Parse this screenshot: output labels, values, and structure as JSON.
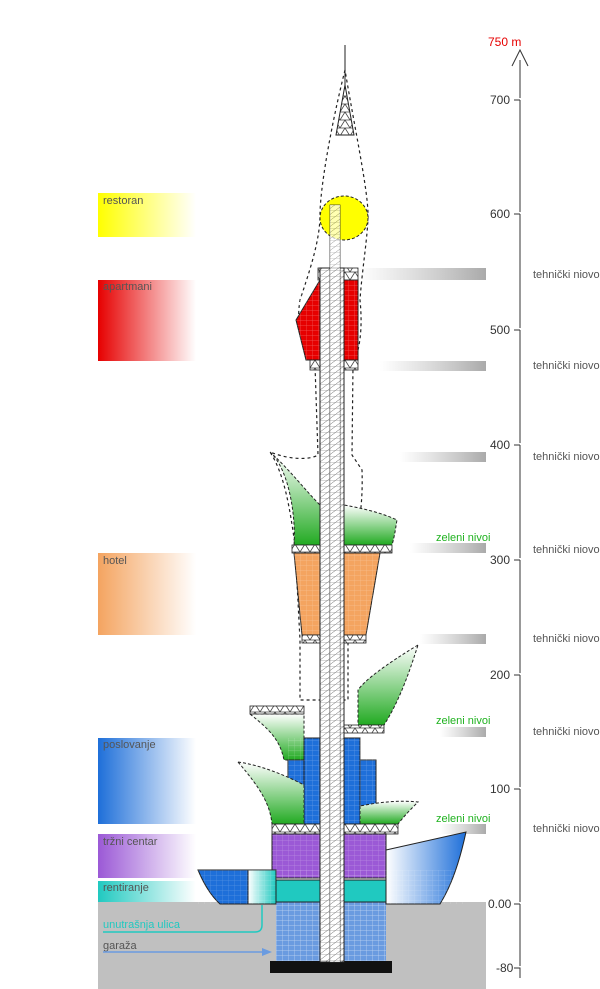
{
  "scale": {
    "top_label": "750 m",
    "ticks": [
      "700",
      "600",
      "500",
      "400",
      "300",
      "200",
      "100",
      "0.00",
      "-80"
    ]
  },
  "legend": {
    "restoran": "restoran",
    "apartmani": "apartmani",
    "hotel": "hotel",
    "poslovanje": "poslovanje",
    "trzni_centar": "tržni centar",
    "rentiranje": "rentiranje",
    "unutrasnja_ulica": "unutrašnja ulica",
    "garaza": "garaža"
  },
  "green_levels": [
    "zeleni nivoi",
    "zeleni nivoi",
    "zeleni nivoi"
  ],
  "technical_levels": [
    "tehnički niovoi",
    "tehnički niovoi",
    "tehnički niovoi",
    "tehnički niovoi",
    "tehnički niovoi",
    "tehnički niovoi",
    "tehnički niovoi"
  ],
  "colors": {
    "restoran": "#ffff00",
    "apartmani": "#e60000",
    "hotel": "#f4a460",
    "poslovanje": "#1e6fd9",
    "trzni_centar": "#9b59d6",
    "rentiranje": "#20c9c0",
    "green": "#22aa22",
    "ground": "#c0c0c0"
  }
}
